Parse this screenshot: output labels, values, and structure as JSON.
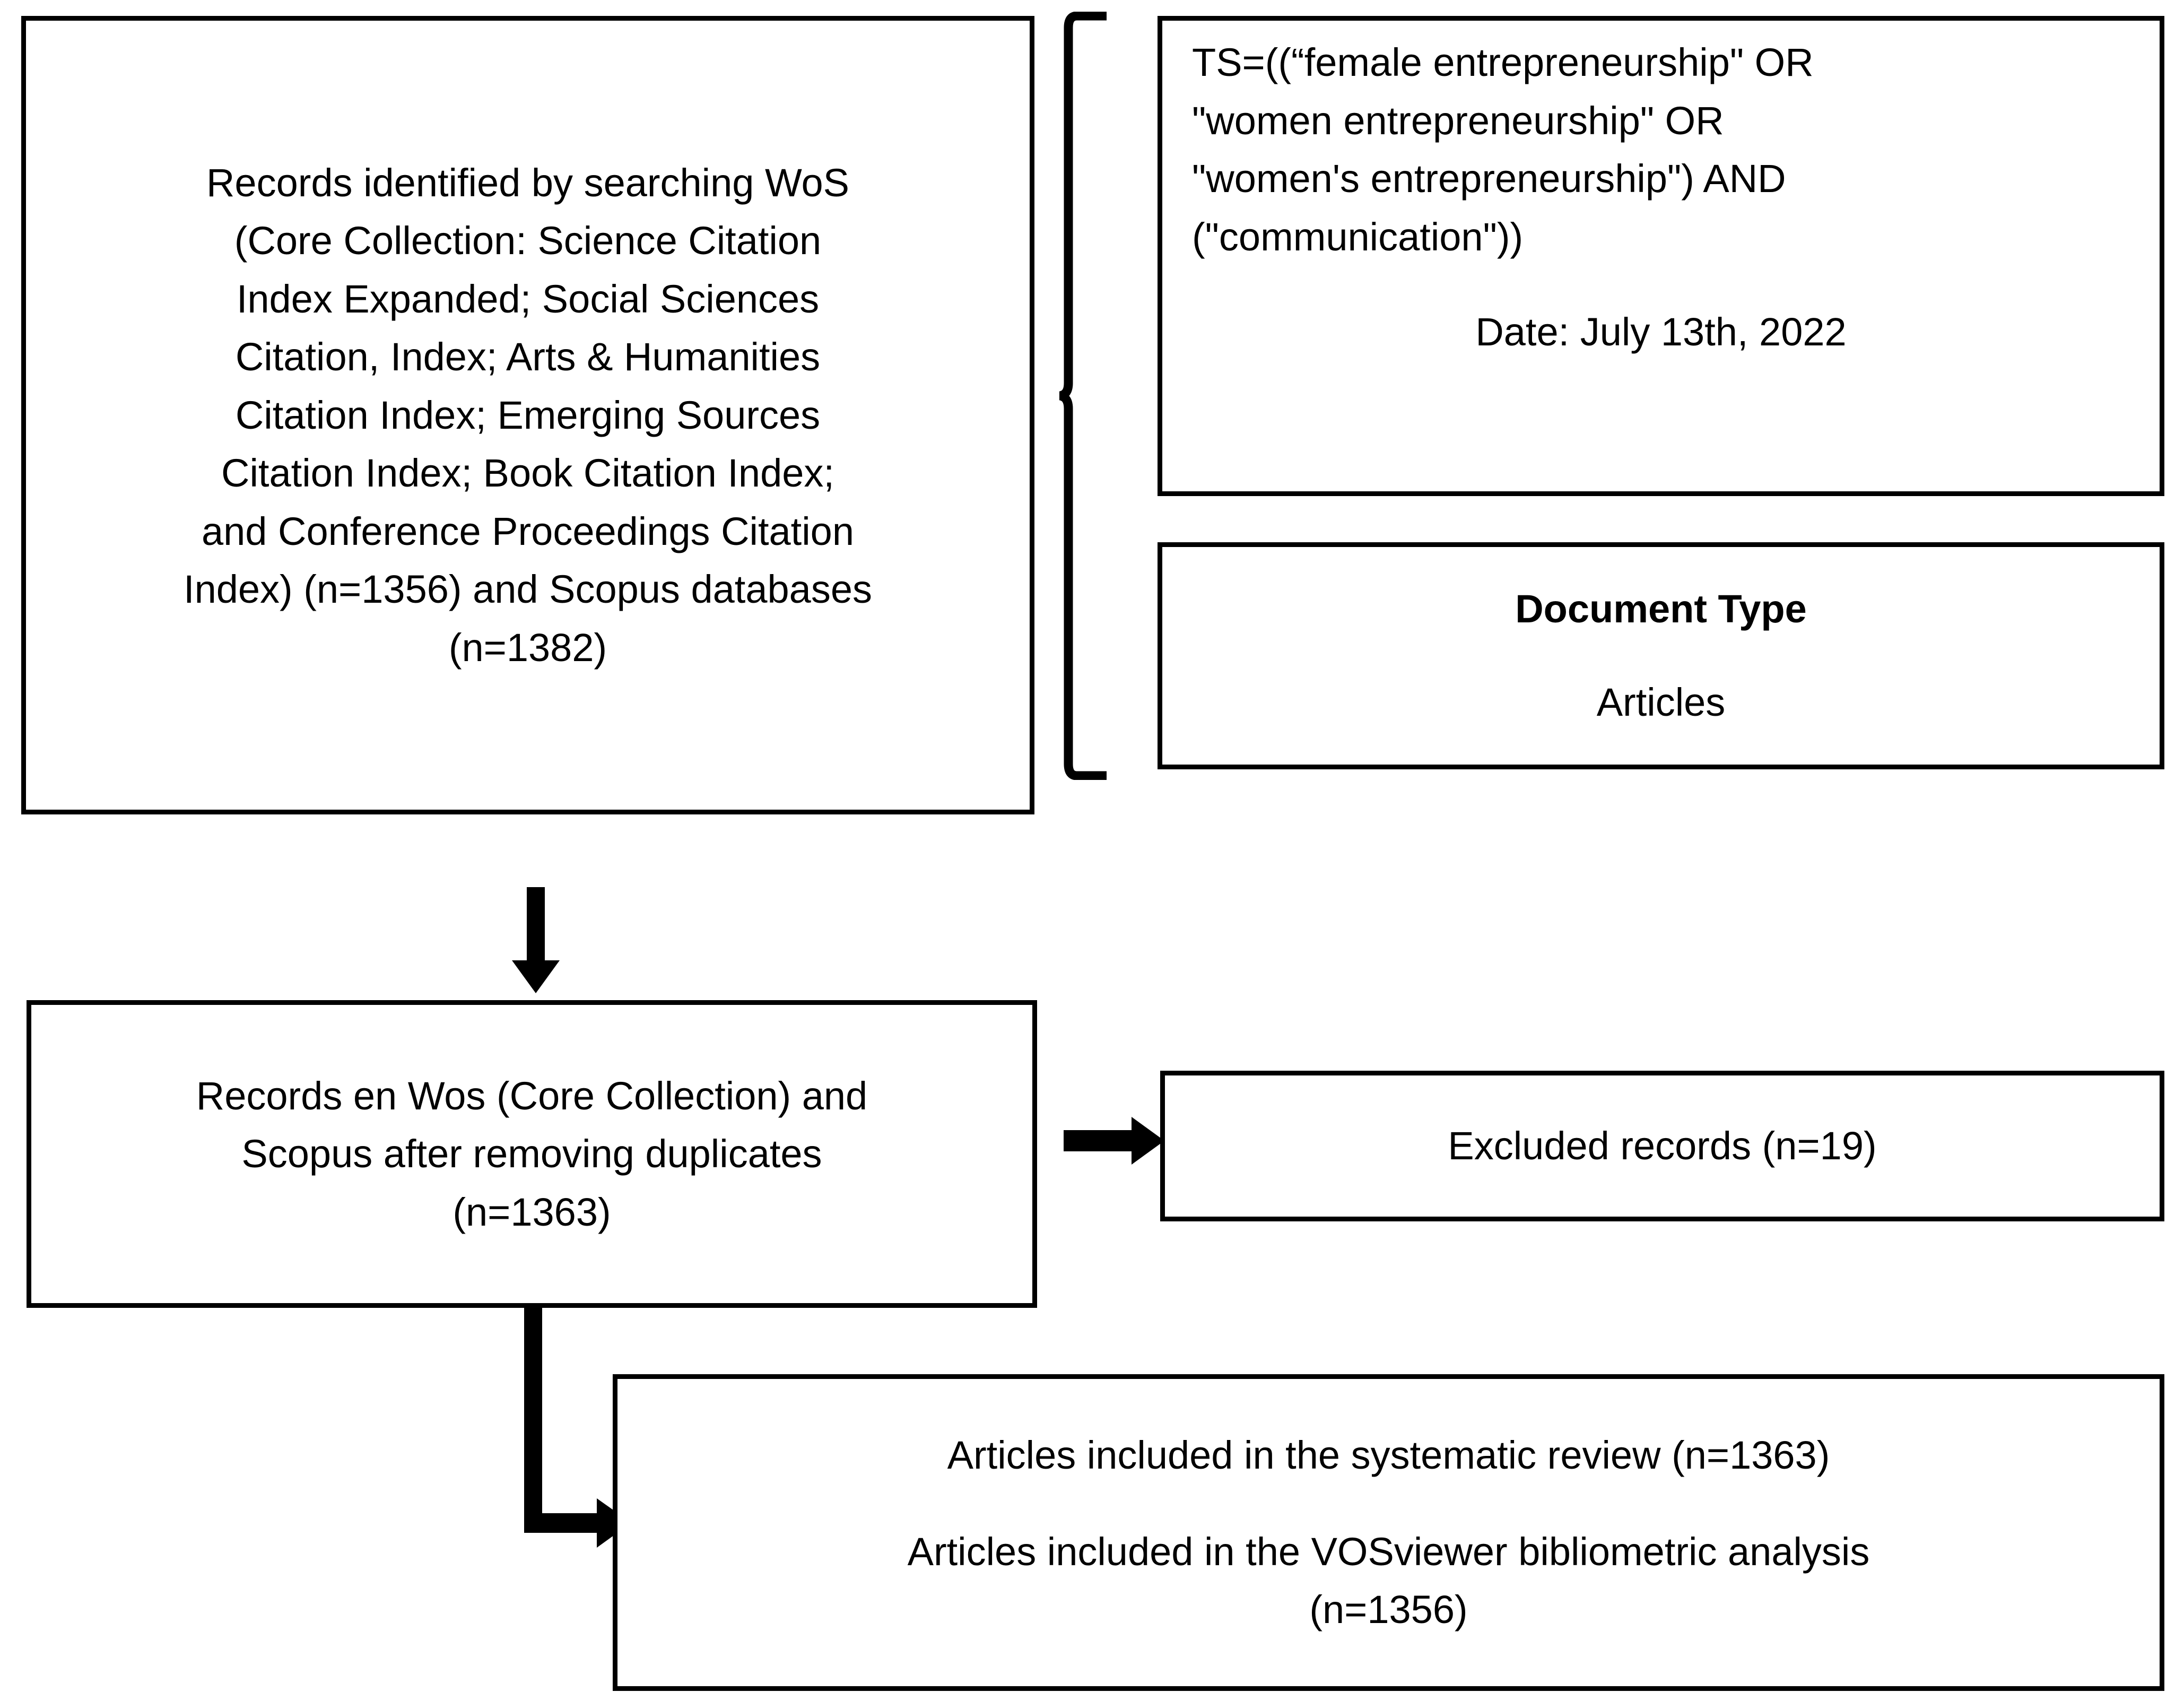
{
  "diagram": {
    "title": "PRISMA record selection flow diagram",
    "type": "flowchart",
    "colors": {
      "stroke": "#000000",
      "fill": "#ffffff",
      "text": "#000000"
    }
  },
  "boxes": {
    "records_identified": {
      "lines": [
        "Records identified by searching WoS",
        "(Core Collection: Science Citation",
        "Index Expanded; Social Sciences",
        "Citation, Index; Arts & Humanities",
        "Citation Index; Emerging Sources",
        "Citation Index; Book Citation Index;",
        "and Conference Proceedings Citation",
        "Index) (n=1356) and Scopus databases",
        "(n=1382)"
      ]
    },
    "query": {
      "lines": [
        "TS=((“female entrepreneurship\" OR",
        "\"women entrepreneurship\" OR",
        "\"women's entrepreneurship\") AND",
        "(\"communication\"))"
      ],
      "date": "Date: July 13th, 2022"
    },
    "document_type": {
      "title": "Document Type",
      "value": "Articles"
    },
    "dedup": {
      "lines": [
        "Records en Wos (Core Collection) and",
        "Scopus after removing duplicates",
        "(n=1363)"
      ]
    },
    "excluded": {
      "label": "Excluded records (n=19)"
    },
    "included": {
      "line1": "Articles included in the systematic review (n=1363)",
      "line2": "Articles included in the VOSviewer bibliometric analysis",
      "line3": "(n=1356)"
    }
  },
  "connectors": {
    "down_arrow": "down-arrow",
    "right_arrow": "right-arrow",
    "elbow_arrow": "elbow-down-right-arrow",
    "brace": "curly-brace"
  }
}
